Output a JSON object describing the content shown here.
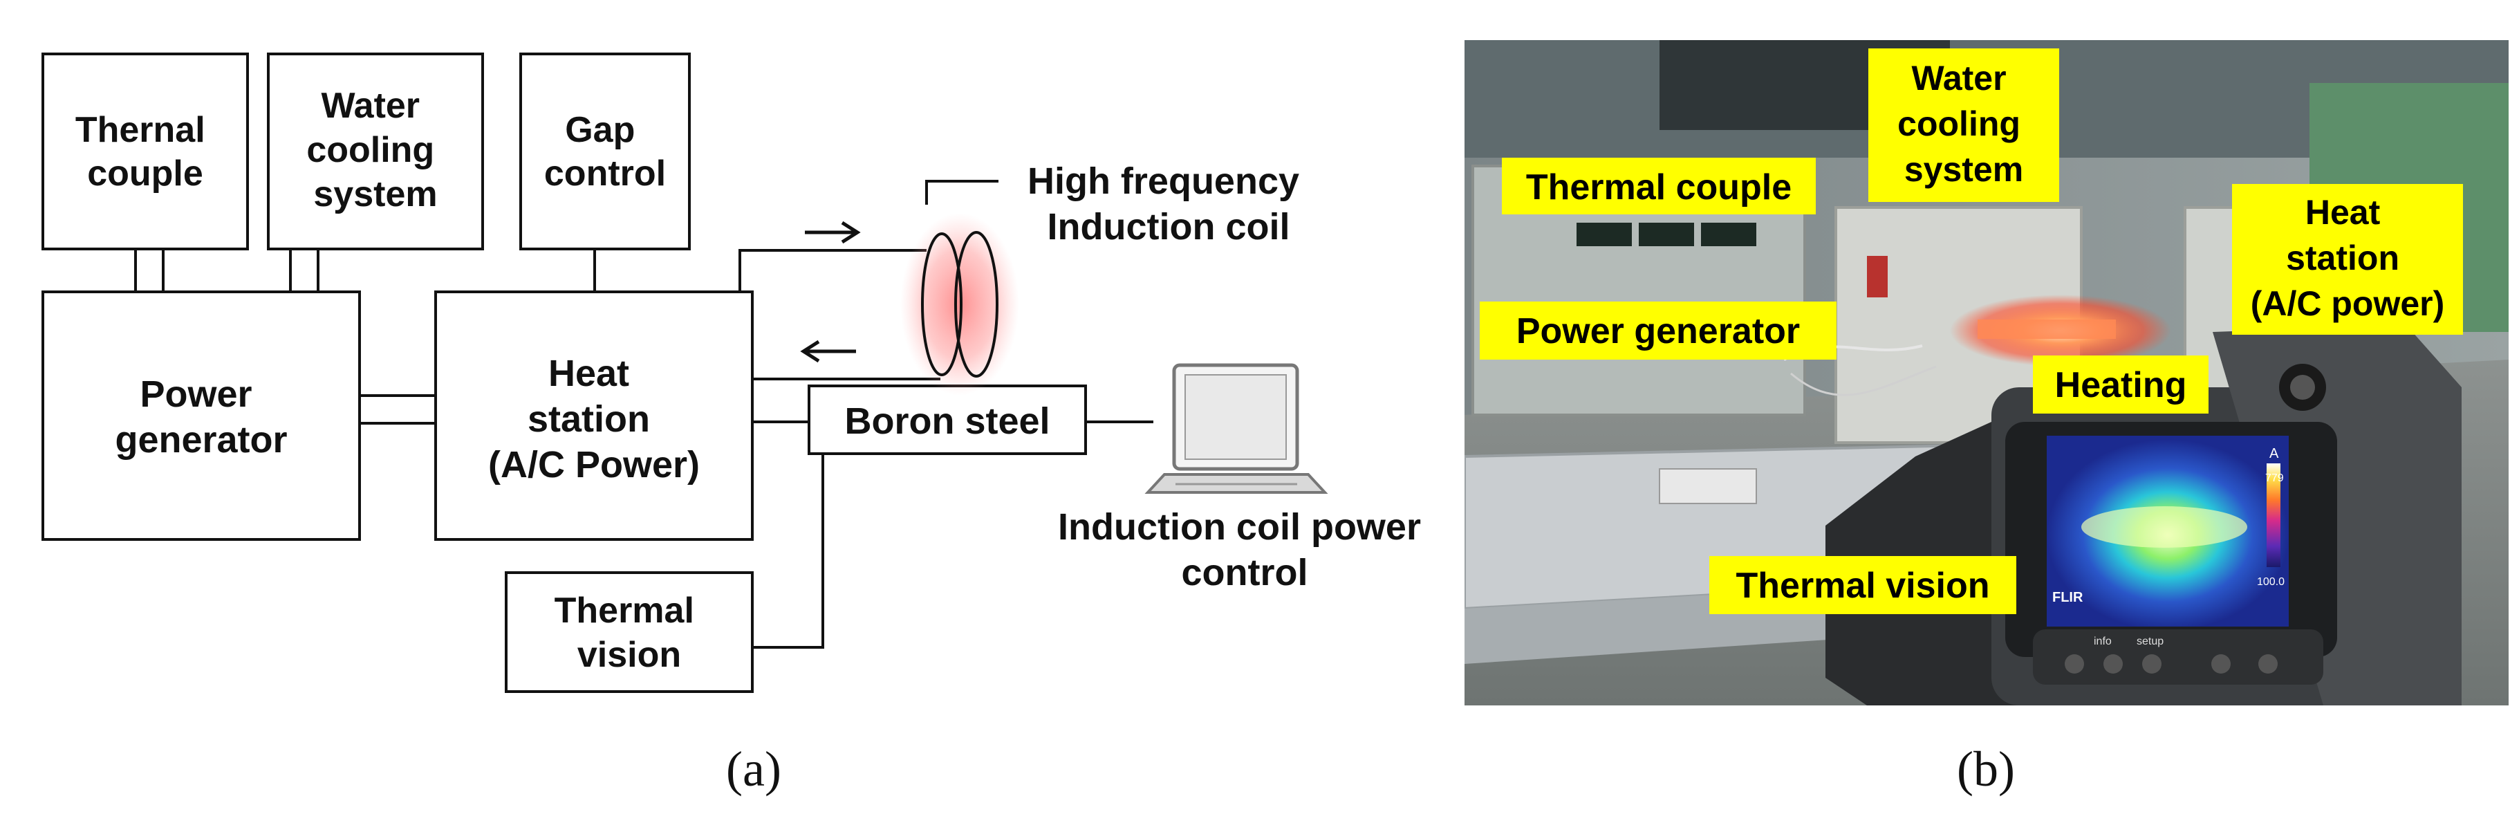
{
  "panel_a": {
    "boxes": {
      "thermal_couple": [
        "Thernal",
        "couple"
      ],
      "water_cooling": [
        "Water",
        "cooling",
        "system"
      ],
      "gap_control": [
        "Gap",
        "control"
      ],
      "power_generator": [
        "Power",
        "generator"
      ],
      "heat_station": [
        "Heat",
        "station",
        "(A/C Power)"
      ],
      "boron_steel": [
        "Boron steel"
      ],
      "thermal_vision": [
        "Thermal",
        "vision"
      ]
    },
    "coil_label": [
      "High frequency",
      "Induction coil"
    ],
    "laptop_label": [
      "Induction coil power",
      "control"
    ],
    "caption": "(a)"
  },
  "panel_b": {
    "labels": {
      "thermal_couple": [
        "Thermal couple"
      ],
      "water_cooling": [
        "Water",
        "cooling",
        "system"
      ],
      "heat_station": [
        "Heat",
        "station",
        "(A/C power)"
      ],
      "power_generator": [
        "Power generator"
      ],
      "heating": [
        "Heating"
      ],
      "thermal_vision": [
        "Thermal vision"
      ]
    },
    "camera_screen": {
      "unit": "A",
      "scale_max": "779",
      "scale_min": "100.0",
      "brand": "FLIR",
      "buttons": [
        "info",
        "setup"
      ]
    },
    "caption": "(b)",
    "colors": {
      "label_bg": "#ffff00",
      "heating_glow": "#ff5533"
    }
  }
}
